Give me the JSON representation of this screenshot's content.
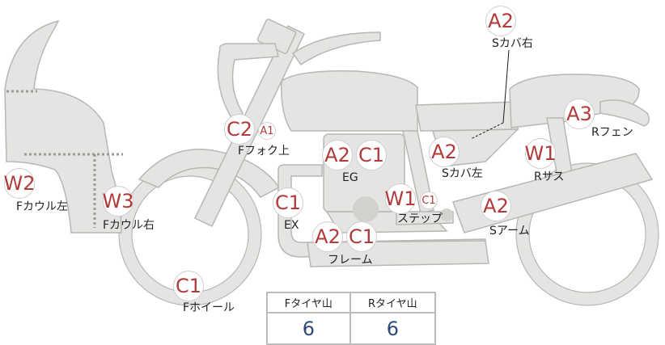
{
  "badges": [
    {
      "id": "scover-right-a2",
      "text": "A2"
    },
    {
      "id": "fender-a3",
      "text": "A3"
    },
    {
      "id": "fork-c2",
      "text": "C2"
    },
    {
      "id": "fork-a1",
      "text": "A1"
    },
    {
      "id": "engine-a2",
      "text": "A2"
    },
    {
      "id": "engine-c1",
      "text": "C1"
    },
    {
      "id": "scover-left-a2",
      "text": "A2"
    },
    {
      "id": "suspension-w1",
      "text": "W1"
    },
    {
      "id": "cowl-left-w2",
      "text": "W2"
    },
    {
      "id": "cowl-right-w3",
      "text": "W3"
    },
    {
      "id": "exhaust-c1",
      "text": "C1"
    },
    {
      "id": "step-w1",
      "text": "W1"
    },
    {
      "id": "step-c1",
      "text": "C1"
    },
    {
      "id": "arm-a2",
      "text": "A2"
    },
    {
      "id": "frame-a2",
      "text": "A2"
    },
    {
      "id": "frame-c1",
      "text": "C1"
    },
    {
      "id": "wheel-c1",
      "text": "C1"
    }
  ],
  "labels": {
    "scover_right": "Sカバ右",
    "rear_fender": "Rフェン",
    "front_fork": "Fフォク上",
    "engine": "EG",
    "scover_left": "Sカバ左",
    "rear_suspension": "Rサス",
    "cowl_left": "Fカウル左",
    "cowl_right": "Fカウル右",
    "exhaust": "EX",
    "step": "ステップ",
    "swing_arm": "Sアーム",
    "frame": "フレーム",
    "front_wheel": "Fホイール"
  },
  "tread": {
    "front_header": "Fタイヤ山",
    "rear_header": "Rタイヤ山",
    "front_value": "6",
    "rear_value": "6"
  },
  "colors": {
    "badge_text": "#b23a3a",
    "tread_value": "#2d4a7a",
    "part_fill": "#e5e4e2"
  }
}
